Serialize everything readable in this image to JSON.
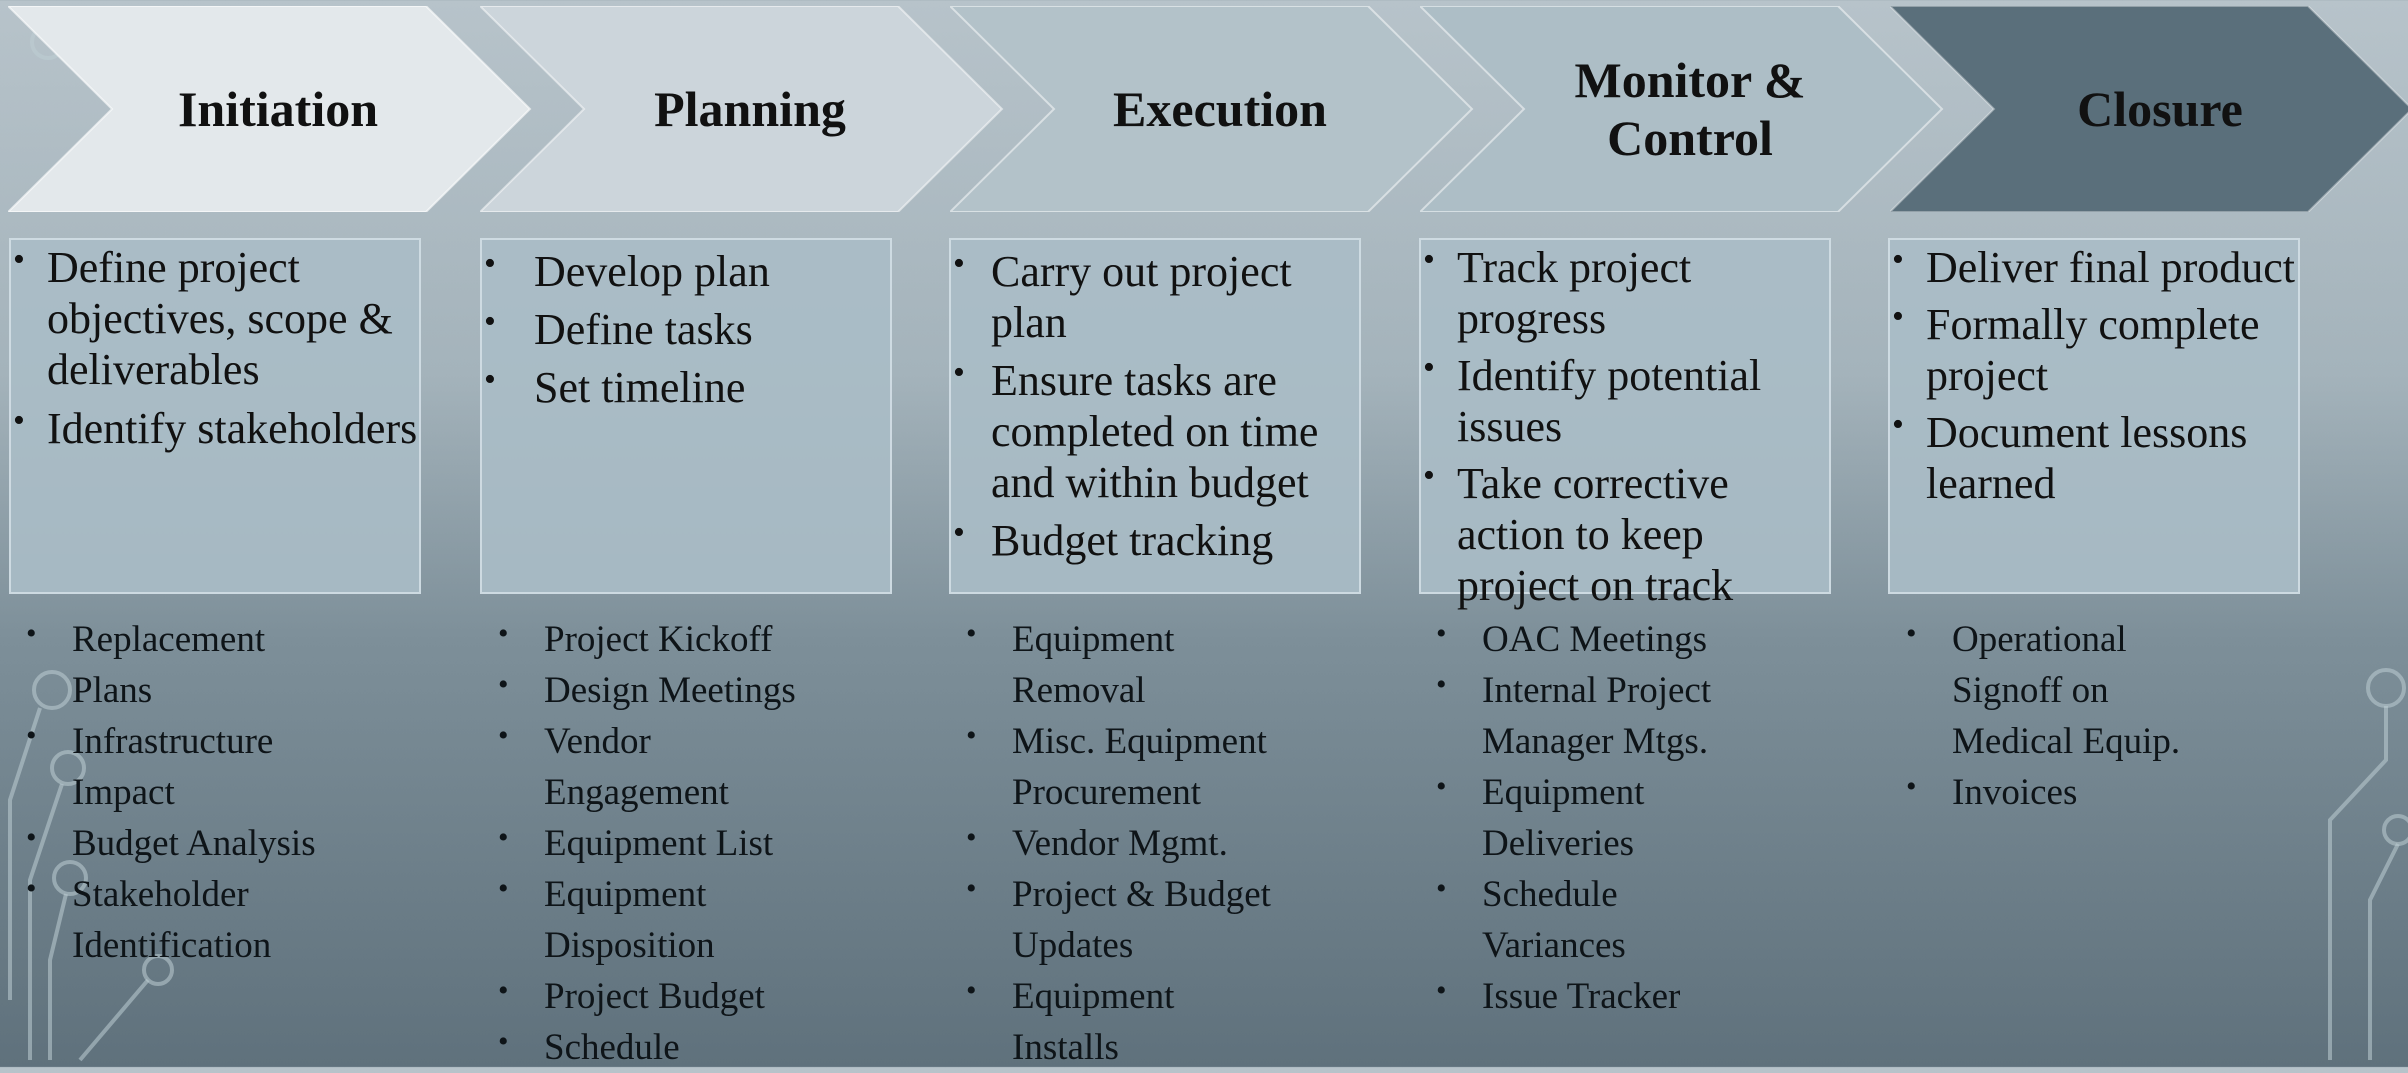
{
  "phases": [
    {
      "title": "Initiation",
      "fill": "#e3e8eb",
      "tasks": [
        "Define project objectives, scope & deliverables",
        "Identify stakeholders"
      ],
      "activities": [
        "Replacement Plans",
        "Infrastructure Impact",
        "Budget Analysis",
        "Stakeholder Identification"
      ]
    },
    {
      "title": "Planning",
      "fill": "#ccd5db",
      "tasks": [
        "Develop plan",
        "Define tasks",
        "Set timeline"
      ],
      "activities": [
        "Project Kickoff",
        "Design Meetings",
        "Vendor Engagement",
        "Equipment List",
        "Equipment Disposition",
        "Project Budget",
        "Schedule"
      ]
    },
    {
      "title": "Execution",
      "fill": "#b3c2c9",
      "tasks": [
        "Carry out project plan",
        "Ensure tasks are completed on time and within budget",
        "Budget tracking"
      ],
      "activities": [
        "Equipment Removal",
        "Misc. Equipment Procurement",
        "Vendor Mgmt.",
        "Project & Budget Updates",
        "Equipment Installs"
      ]
    },
    {
      "title": "Monitor & Control",
      "fill": "#adbec6",
      "tasks": [
        "Track project progress",
        "Identify potential issues",
        "Take corrective action to keep project on track"
      ],
      "activities": [
        "OAC Meetings",
        "Internal Project Manager Mtgs.",
        "Equipment Deliveries",
        "Schedule Variances",
        "Issue Tracker"
      ]
    },
    {
      "title": "Closure",
      "fill": "#5a6f7b",
      "tasks": [
        "Deliver final product",
        "Formally complete project",
        "Document lessons learned"
      ],
      "activities": [
        "Operational Signoff on Medical Equip.",
        "Invoices"
      ]
    }
  ]
}
